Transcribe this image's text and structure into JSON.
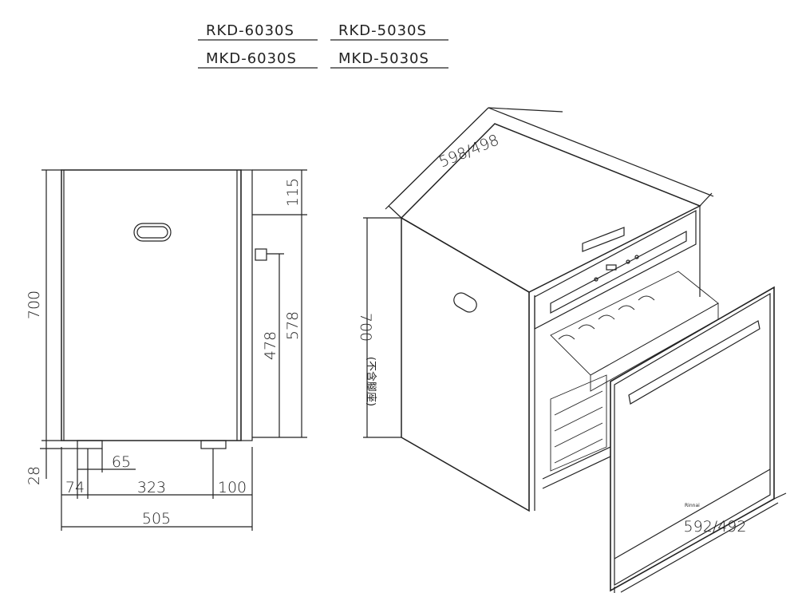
{
  "models": [
    "RKD-6030S",
    "RKD-5030S",
    "MKD-6030S",
    "MKD-5030S"
  ],
  "side_view": {
    "height_total": "700",
    "top_gap": "115",
    "height_578": "578",
    "height_478": "478",
    "foot_height": "28",
    "foot_width": "65",
    "front_offset": "74",
    "foot_spacing": "323",
    "rear_offset": "100",
    "depth": "505"
  },
  "iso_view": {
    "width": "598/498",
    "height": "700",
    "height_note": "(不含腳座)",
    "drawer_width": "592/492",
    "brand": "Rinnai"
  },
  "colors": {
    "line": "#222222",
    "background": "#ffffff"
  }
}
